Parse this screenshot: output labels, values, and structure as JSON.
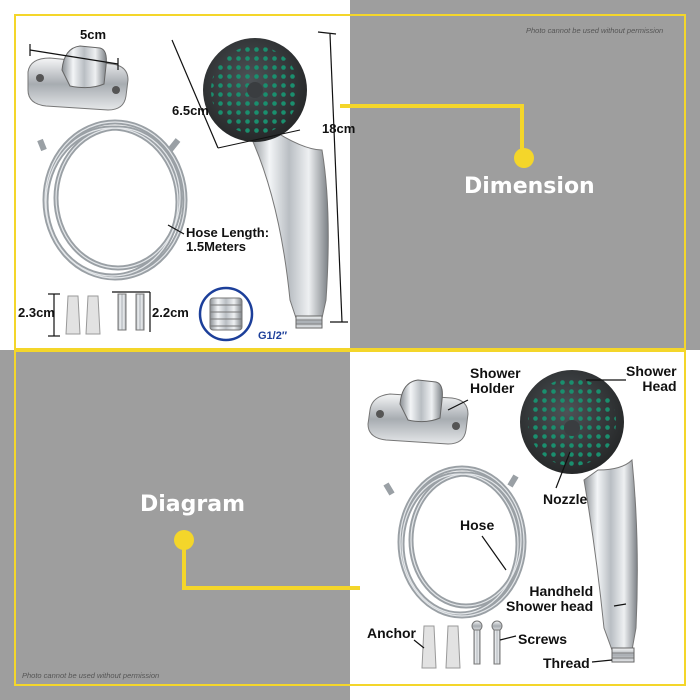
{
  "watermark": "Photo cannot be used without permission",
  "panels": {
    "dimension": {
      "title": "Dimension"
    },
    "diagram": {
      "title": "Diagram"
    }
  },
  "dimensions": {
    "holder_width": "5cm",
    "head_width": "6.5cm",
    "total_length": "18cm",
    "hose_length": "Hose Length:\n1.5Meters",
    "anchor_length": "2.3cm",
    "screw_length": "2.2cm",
    "thread_size": "G1/2″"
  },
  "parts": {
    "shower_holder": "Shower\nHolder",
    "shower_head": "Shower\nHead",
    "nozzle": "Nozzle",
    "hose": "Hose",
    "handheld": "Handheld\nShower head",
    "anchor": "Anchor",
    "screws": "Screws",
    "thread": "Thread"
  },
  "colors": {
    "accent": "#f4d62a",
    "panel_gray": "#9e9e9e",
    "nozzle_green": "#1a8f6e",
    "head_dark": "#3a3d40",
    "thread_blue": "#1c3f9a"
  }
}
